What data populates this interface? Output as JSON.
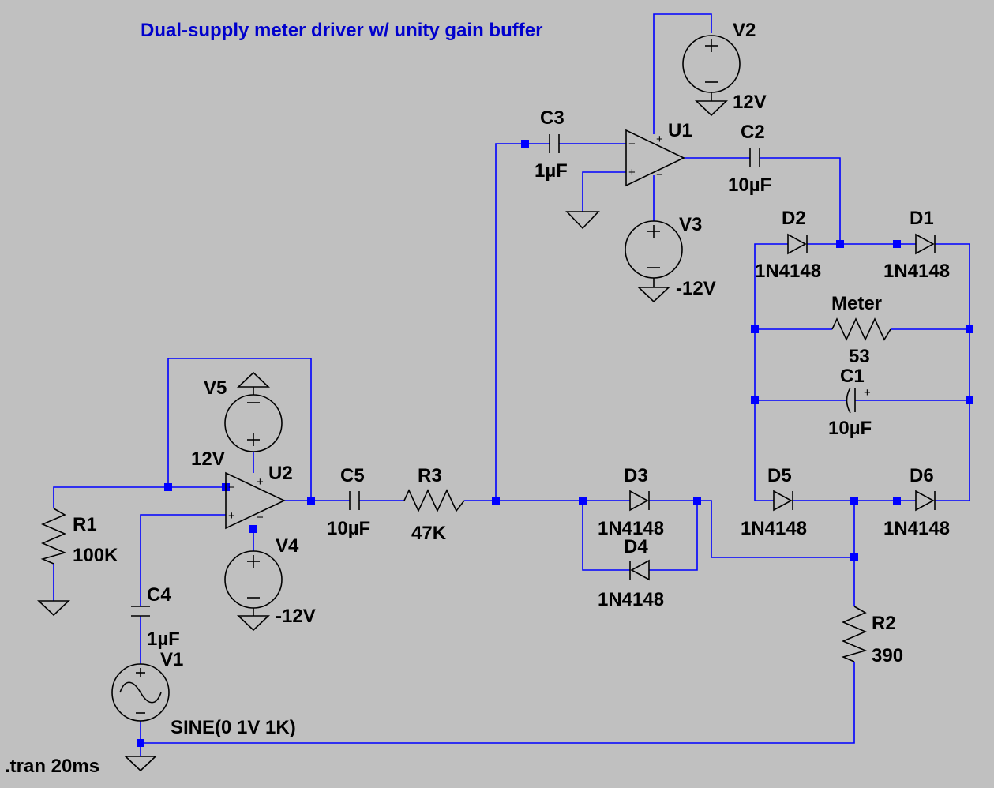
{
  "title": {
    "text": "Dual-supply meter driver w/ unity gain buffer",
    "color": "#0000cc"
  },
  "colors": {
    "background": "#c0c0c0",
    "wire": "#0000ff",
    "symbol": "#000000"
  },
  "directive": ".tran 20ms",
  "components": {
    "v1": {
      "ref": "V1",
      "value": "SINE(0 1V 1K)"
    },
    "v2": {
      "ref": "V2",
      "value": "12V"
    },
    "v3": {
      "ref": "V3",
      "value": "-12V"
    },
    "v4": {
      "ref": "V4",
      "value": "-12V"
    },
    "v5": {
      "ref": "V5",
      "value": "12V"
    },
    "u1": {
      "ref": "U1"
    },
    "u2": {
      "ref": "U2"
    },
    "r1": {
      "ref": "R1",
      "value": "100K"
    },
    "r2": {
      "ref": "R2",
      "value": "390"
    },
    "r3": {
      "ref": "R3",
      "value": "47K"
    },
    "meter": {
      "ref": "Meter",
      "value": "53"
    },
    "c1": {
      "ref": "C1",
      "value": "10µF"
    },
    "c2": {
      "ref": "C2",
      "value": "10µF"
    },
    "c3": {
      "ref": "C3",
      "value": "1µF"
    },
    "c4": {
      "ref": "C4",
      "value": "1µF"
    },
    "c5": {
      "ref": "C5",
      "value": "10µF"
    },
    "d1": {
      "ref": "D1",
      "value": "1N4148"
    },
    "d2": {
      "ref": "D2",
      "value": "1N4148"
    },
    "d3": {
      "ref": "D3",
      "value": "1N4148"
    },
    "d4": {
      "ref": "D4",
      "value": "1N4148"
    },
    "d5": {
      "ref": "D5",
      "value": "1N4148"
    },
    "d6": {
      "ref": "D6",
      "value": "1N4148"
    }
  },
  "pin_marks": {
    "plus": "+",
    "minus": "−"
  }
}
